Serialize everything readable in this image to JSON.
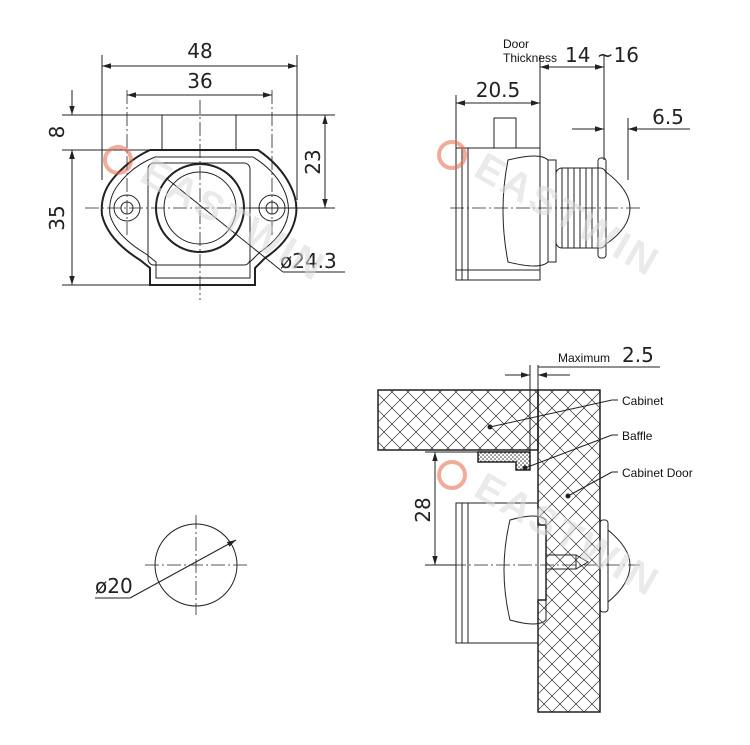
{
  "dimensions": {
    "width_48": "48",
    "width_36": "36",
    "top_8": "8",
    "height_35": "35",
    "height_23": "23",
    "dia_24_3": "ø24.3",
    "door_thickness_label_line1": "Door",
    "door_thickness_label_line2": "Thickness",
    "door_thickness": "14 ~16",
    "depth_20_5": "20.5",
    "proj_6_5": "6.5",
    "maximum_label": "Maximum",
    "maximum_value": "2.5",
    "height_28": "28",
    "hole_dia_20": "ø20"
  },
  "callouts": {
    "cabinet": "Cabinet",
    "baffle": "Baffle",
    "cabinet_door": "Cabinet Door"
  },
  "watermark": {
    "text": "EASTWIN",
    "accent_color": "#e8674a",
    "gray_color": "#d4d4d4"
  }
}
